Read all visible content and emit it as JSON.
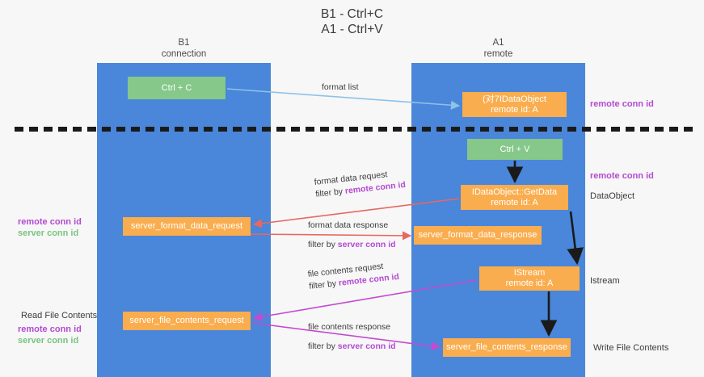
{
  "title": "B1 - Ctrl+C\nA1 - Ctrl+V",
  "lanes": {
    "b1": {
      "name": "B1",
      "subtitle": "connection"
    },
    "a1": {
      "name": "A1",
      "subtitle": "remote"
    }
  },
  "nodes": {
    "ctrl_c": {
      "label": "Ctrl + C",
      "color": "#85c88a"
    },
    "idataobject": {
      "line1": "(对7IDataObject",
      "line2": "remote id: A",
      "color": "#f9ad4e"
    },
    "ctrl_v": {
      "label": "Ctrl + V",
      "color": "#85c88a"
    },
    "getdata": {
      "line1": "IDataObject::GetData",
      "line2": "remote id: A",
      "color": "#f9ad4e"
    },
    "server_format_data_request": {
      "label": "server_format_data_request",
      "color": "#f9ad4e"
    },
    "server_format_data_response": {
      "label": "server_format_data_response",
      "color": "#f9ad4e"
    },
    "istream": {
      "line1": "IStream",
      "line2": "remote id: A",
      "color": "#f9ad4e"
    },
    "server_file_contents_request": {
      "label": "server_file_contents_request",
      "color": "#f9ad4e"
    },
    "server_file_contents_response": {
      "label": "server_file_contents_response",
      "color": "#f9ad4e"
    }
  },
  "edge_labels": {
    "format_list": "format list",
    "format_data_request": {
      "line1": "format data request",
      "prefix": "filter by ",
      "highlight": "remote conn id"
    },
    "format_data_response": {
      "line1": "format data response",
      "prefix": "filter by ",
      "highlight": "server conn id"
    },
    "file_contents_request": {
      "line1": "file contents request",
      "prefix": "filter by ",
      "highlight": "remote conn id"
    },
    "file_contents_response": {
      "line1": "file contents response",
      "prefix": "filter by ",
      "highlight": "server conn id"
    }
  },
  "side_labels": {
    "right_remote_conn_id_top": "remote conn id",
    "right_remote_conn_id_mid": "remote conn id",
    "right_dataobject": "DataObject",
    "right_istream": "Istream",
    "right_write_file_contents": "Write File Contents",
    "left_remote_conn_id_1": "remote conn id",
    "left_server_conn_id_1": "server conn id",
    "left_read_file_contents": "Read File Contents",
    "left_remote_conn_id_2": "remote conn id",
    "left_server_conn_id_2": "server conn id"
  },
  "colors": {
    "lane": "#4a86d9",
    "green_node": "#85c88a",
    "orange_node": "#f9ad4e",
    "purple_text": "#b44ad1",
    "green_text": "#79c47e",
    "arrow_blue": "#8ec2e8",
    "arrow_red": "#e8685f",
    "arrow_magenta": "#c44ad1",
    "arrow_black": "#1a1a1a",
    "divider": "#1a1a1a",
    "background": "#f7f7f7"
  }
}
